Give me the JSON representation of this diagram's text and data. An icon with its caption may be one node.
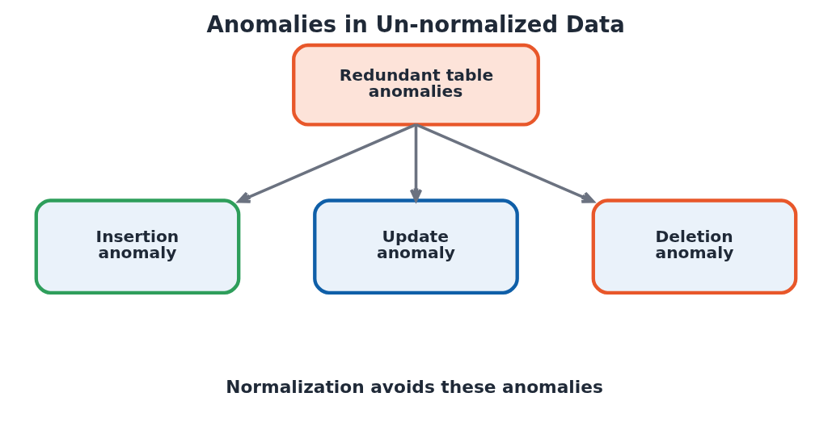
{
  "diagram": {
    "title": "Anomalies in Un-normalized Data",
    "caption": "Normalization avoids these anomalies",
    "nodes": [
      {
        "text": [
          "Redundant table anomalies"
        ]
      },
      {
        "text": [
          "Insertion anomaly"
        ]
      },
      {
        "text": [
          "Update anomaly"
        ]
      },
      {
        "text": [
          "Deletion anomaly"
        ]
      }
    ],
    "edges": [
      {
        "from": 0,
        "to": 1,
        "arrow": "to"
      },
      {
        "from": 0,
        "to": 2,
        "arrow": "to"
      },
      {
        "from": 0,
        "to": 3,
        "arrow": "to"
      }
    ]
  }
}
